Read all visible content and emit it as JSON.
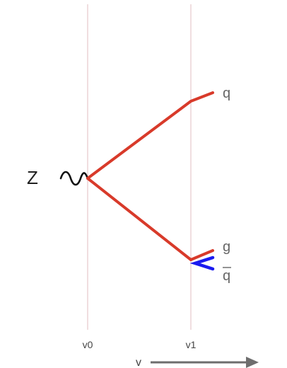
{
  "particles": {
    "boson": "Z",
    "quark": "q",
    "gluon": "g",
    "antiquark": "q"
  },
  "axis": {
    "tick_v0": "v0",
    "tick_v1": "v1",
    "direction_label": "v"
  },
  "colors": {
    "fermion_line": "#d83a2a",
    "boson_line": "#111111",
    "gluon_line": "#d83a2a",
    "antiquark_line": "#1a1af0",
    "time_slice": "#e6c8cc",
    "arrow": "#6e6e6e"
  }
}
